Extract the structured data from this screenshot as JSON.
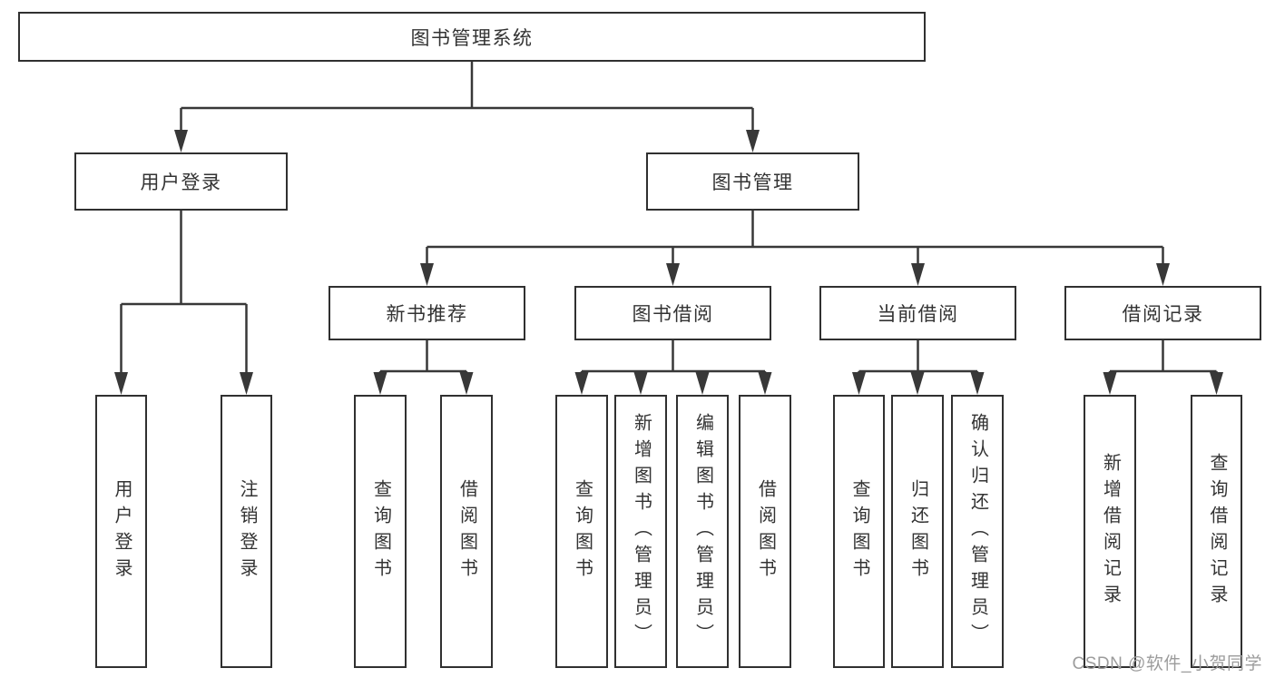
{
  "tree": {
    "label": "图书管理系统",
    "children": [
      {
        "label": "用户登录",
        "children": [
          {
            "label": "用户登录"
          },
          {
            "label": "注销登录"
          }
        ]
      },
      {
        "label": "图书管理",
        "children": [
          {
            "label": "新书推荐",
            "children": [
              {
                "label": "查询图书"
              },
              {
                "label": "借阅图书"
              }
            ]
          },
          {
            "label": "图书借阅",
            "children": [
              {
                "label": "查询图书"
              },
              {
                "label": "新增图书（管理员）"
              },
              {
                "label": "编辑图书（管理员）"
              },
              {
                "label": "借阅图书"
              }
            ]
          },
          {
            "label": "当前借阅",
            "children": [
              {
                "label": "查询图书"
              },
              {
                "label": "归还图书"
              },
              {
                "label": "确认归还（管理员）"
              }
            ]
          },
          {
            "label": "借阅记录",
            "children": [
              {
                "label": "新增借阅记录"
              },
              {
                "label": "查询借阅记录"
              }
            ]
          }
        ]
      }
    ]
  },
  "watermark": {
    "text": "CSDN @软件_小贺同学"
  },
  "colors": {
    "line": "#383838",
    "border": "#303030",
    "text": "#333333",
    "watermark": "#9c9c9c",
    "background": "#ffffff"
  }
}
